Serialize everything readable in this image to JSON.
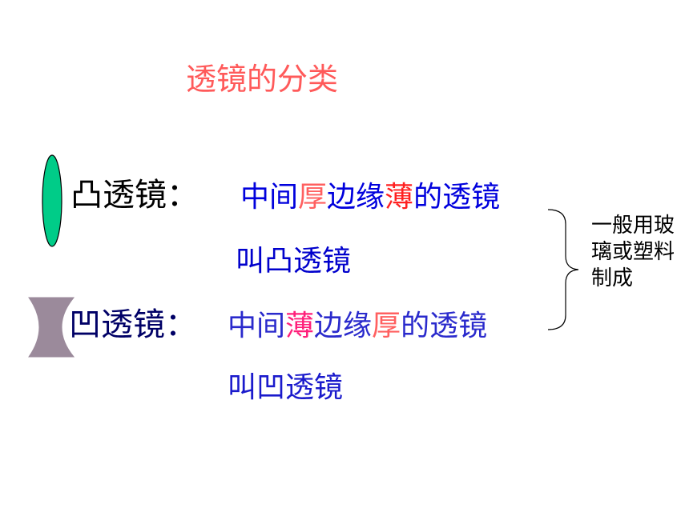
{
  "title": "透镜的分类",
  "convex": {
    "label": "凸透镜：",
    "desc_parts": [
      "中间",
      "厚",
      "边缘",
      "薄",
      "的透镜"
    ],
    "desc_line2": "叫凸透镜",
    "shape_color": "#00cc88"
  },
  "concave": {
    "label": "凹透镜：",
    "desc_parts": [
      "中间",
      "薄",
      "边缘",
      "厚",
      "的透镜"
    ],
    "desc_line2": "叫凹透镜",
    "shape_color": "#9b8a9b"
  },
  "note": "一般用玻璃或塑料制成",
  "colors": {
    "title": "#ff5a5a",
    "accent_red": "#ff2020",
    "accent_blue": "#0000dd"
  }
}
